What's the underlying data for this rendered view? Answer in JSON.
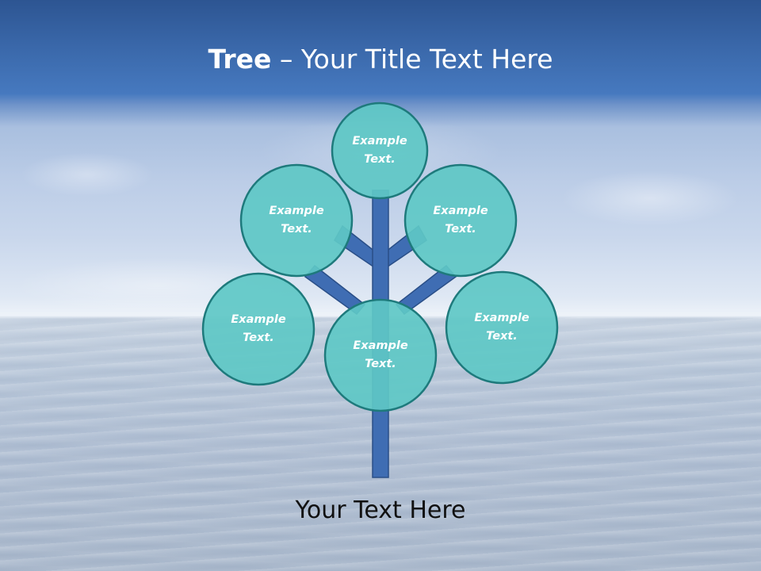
{
  "slide": {
    "title_bold": "Tree",
    "title_rest": " – Your Title Text Here",
    "footer_text": "Your Text Here"
  },
  "tree": {
    "nodes": [
      {
        "line1": "Example",
        "line2": "Text."
      },
      {
        "line1": "Example",
        "line2": "Text."
      },
      {
        "line1": "Example",
        "line2": "Text."
      },
      {
        "line1": "Example",
        "line2": "Text."
      },
      {
        "line1": "Example",
        "line2": "Text."
      },
      {
        "line1": "Example",
        "line2": "Text."
      }
    ]
  },
  "colors": {
    "node_fill": "#5ec8c6",
    "node_stroke": "#1e7a7c",
    "trunk_fill": "#3f6db3",
    "trunk_stroke": "#2a4f88"
  }
}
